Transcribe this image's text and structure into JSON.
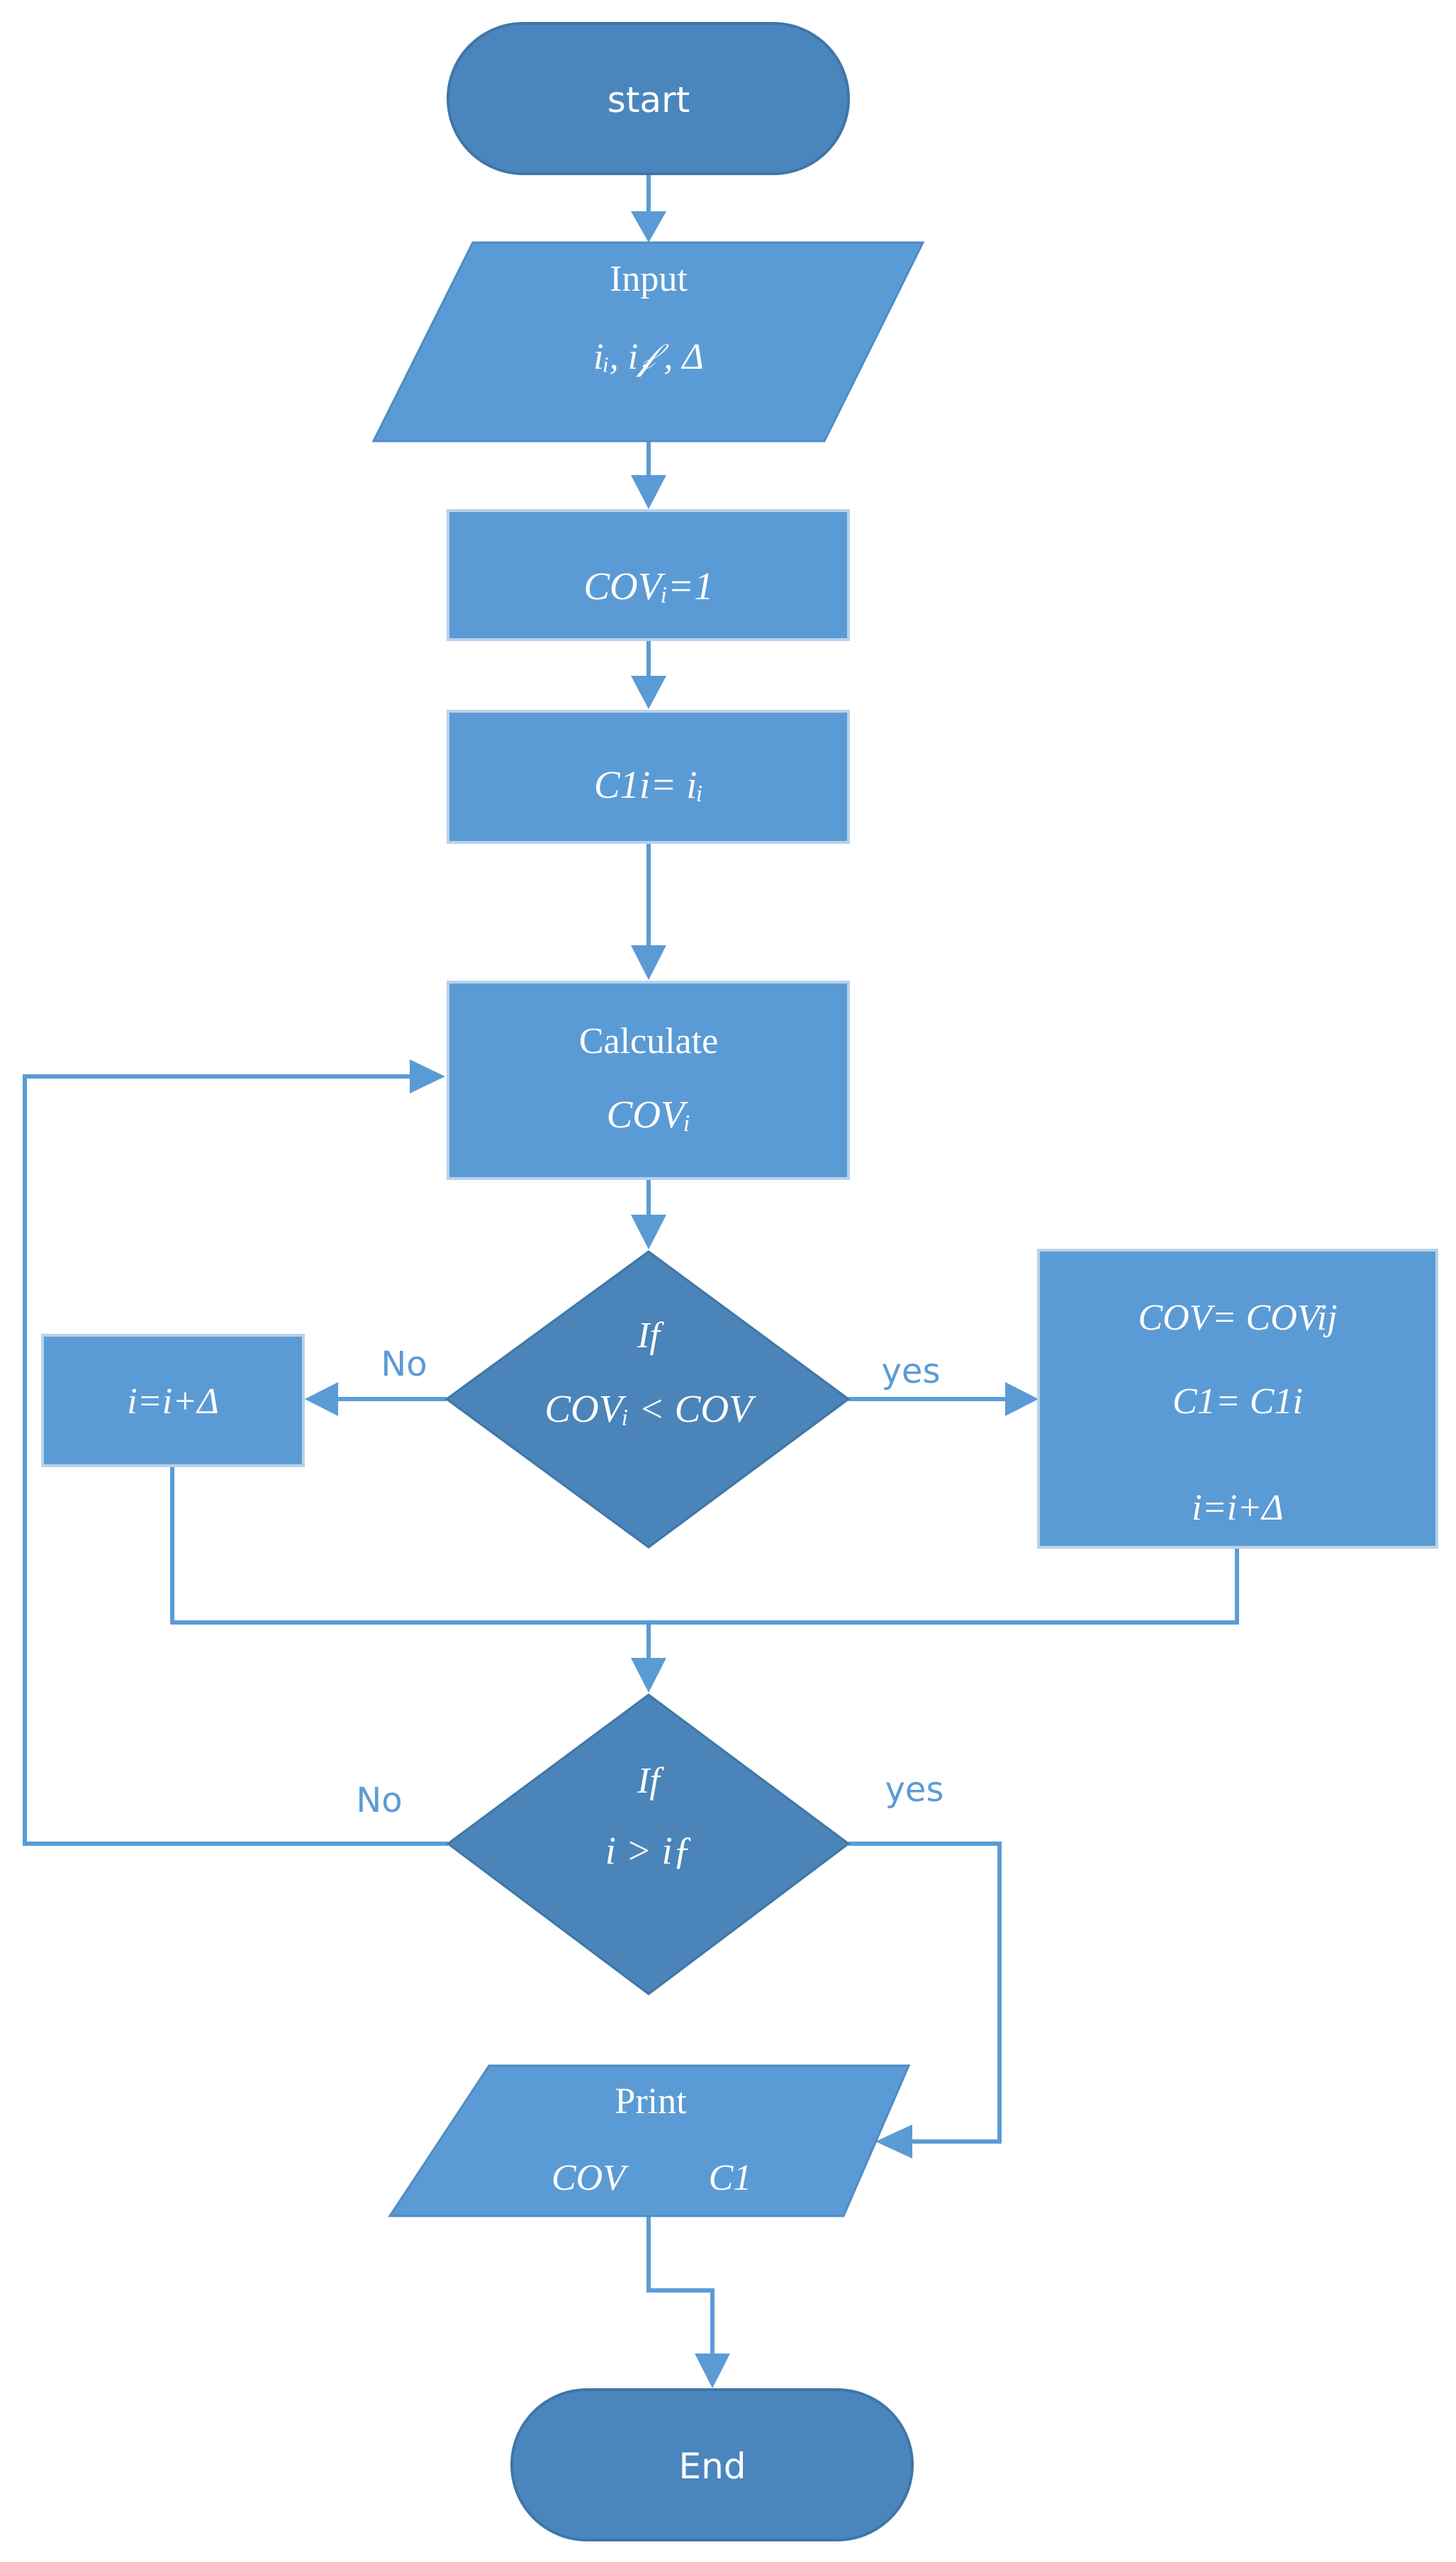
{
  "colors": {
    "process_fill": "#5b9bd5",
    "terminal_fill": "#4a86bd",
    "decision_fill": "#4a84b8",
    "connector": "#5b9bd5",
    "text": "#ffffff"
  },
  "nodes": {
    "start": {
      "label": "start"
    },
    "input": {
      "title": "Input",
      "expr": "iᵢ, i𝒻 , Δ"
    },
    "init_cov": {
      "expr": "COVᵢ=1"
    },
    "init_c": {
      "expr": "C1i= iᵢ"
    },
    "calculate": {
      "title": "Calculate",
      "expr": "COVᵢ"
    },
    "decision1": {
      "if": "If",
      "expr": "COVᵢ < COV"
    },
    "increment_no": {
      "expr": "i=i+Δ"
    },
    "update_yes": {
      "line1": "COV= COVij",
      "line2": "C1= C1i",
      "line3": "i=i+Δ"
    },
    "decision2": {
      "if": "If",
      "expr": "i > iƒ"
    },
    "print": {
      "title": "Print",
      "cov": "COV",
      "c1": "C1"
    },
    "end": {
      "label": "End"
    }
  },
  "edge_labels": {
    "d1_no": "No",
    "d1_yes": "yes",
    "d2_no": "No",
    "d2_yes": "yes"
  }
}
